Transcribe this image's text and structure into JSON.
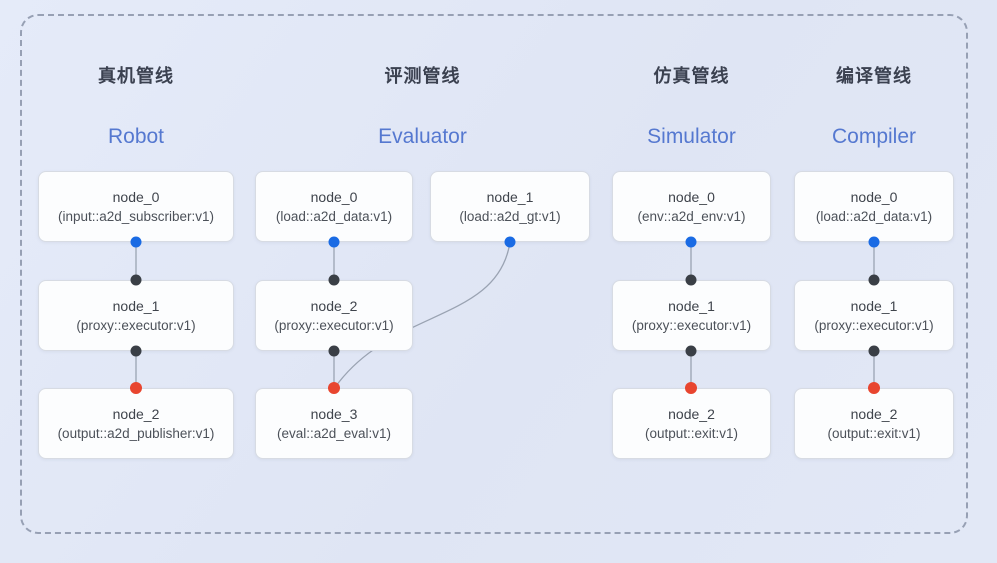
{
  "diagram": {
    "pipelines": [
      {
        "title_cn": "真机管线",
        "title_en": "Robot",
        "nodes": [
          {
            "title": "node_0",
            "subtitle": "(input::a2d_subscriber:v1)"
          },
          {
            "title": "node_1",
            "subtitle": "(proxy::executor:v1)"
          },
          {
            "title": "node_2",
            "subtitle": "(output::a2d_publisher:v1)"
          }
        ]
      },
      {
        "title_cn": "评测管线",
        "title_en": "Evaluator",
        "nodes": [
          {
            "title": "node_0",
            "subtitle": "(load::a2d_data:v1)"
          },
          {
            "title": "node_1",
            "subtitle": "(load::a2d_gt:v1)"
          },
          {
            "title": "node_2",
            "subtitle": "(proxy::executor:v1)"
          },
          {
            "title": "node_3",
            "subtitle": "(eval::a2d_eval:v1)"
          }
        ]
      },
      {
        "title_cn": "仿真管线",
        "title_en": "Simulator",
        "nodes": [
          {
            "title": "node_0",
            "subtitle": "(env::a2d_env:v1)"
          },
          {
            "title": "node_1",
            "subtitle": "(proxy::executor:v1)"
          },
          {
            "title": "node_2",
            "subtitle": "(output::exit:v1)"
          }
        ]
      },
      {
        "title_cn": "编译管线",
        "title_en": "Compiler",
        "nodes": [
          {
            "title": "node_0",
            "subtitle": "(load::a2d_data:v1)"
          },
          {
            "title": "node_1",
            "subtitle": "(proxy::executor:v1)"
          },
          {
            "title": "node_2",
            "subtitle": "(output::exit:v1)"
          }
        ]
      }
    ]
  },
  "colors": {
    "bg": "#e0e6f5",
    "frame": "#97a0b4",
    "edge": "#9aa3b2",
    "title-cn": "#3b4150",
    "title-en": "#5578d0",
    "node-bg": "#fcfdfe",
    "node-border": "#d7dbe3",
    "node-text": "#3f444c",
    "node-subtext": "#4c5159",
    "port-source": "#1a6be4",
    "port-executor": "#3a3f46",
    "port-sink": "#e8452f"
  }
}
